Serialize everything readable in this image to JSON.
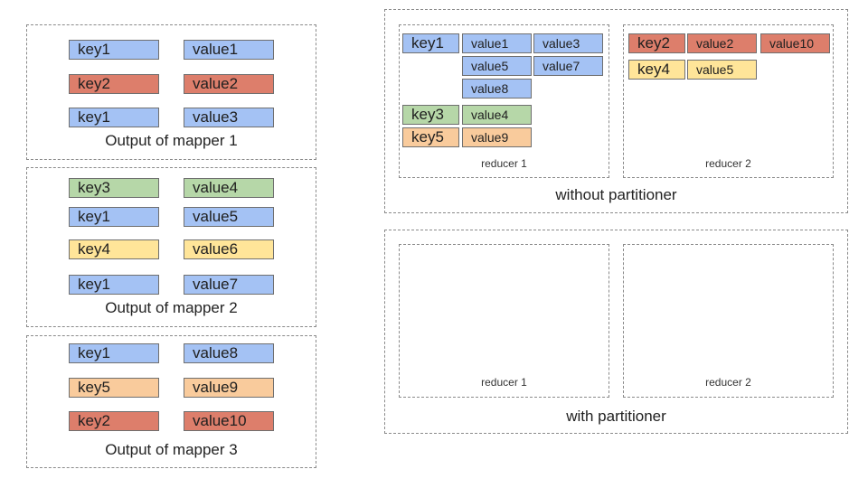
{
  "mappers": [
    {
      "caption": "Output of mapper 1",
      "pairs": [
        {
          "key": "key1",
          "value": "value1",
          "color": "blue"
        },
        {
          "key": "key2",
          "value": "value2",
          "color": "red"
        },
        {
          "key": "key1",
          "value": "value3",
          "color": "blue"
        }
      ]
    },
    {
      "caption": "Output of mapper 2",
      "pairs": [
        {
          "key": "key3",
          "value": "value4",
          "color": "green"
        },
        {
          "key": "key1",
          "value": "value5",
          "color": "blue"
        },
        {
          "key": "key4",
          "value": "value6",
          "color": "yellow"
        },
        {
          "key": "key1",
          "value": "value7",
          "color": "blue"
        }
      ]
    },
    {
      "caption": "Output of mapper 3",
      "pairs": [
        {
          "key": "key1",
          "value": "value8",
          "color": "blue"
        },
        {
          "key": "key5",
          "value": "value9",
          "color": "orange"
        },
        {
          "key": "key2",
          "value": "value10",
          "color": "red"
        }
      ]
    }
  ],
  "without_partitioner": {
    "caption": "without partitioner",
    "reducer1": {
      "label": "reducer 1",
      "groups": [
        {
          "key": "key1",
          "values": [
            "value1",
            "value3",
            "value5",
            "value7",
            "value8"
          ],
          "color": "blue"
        },
        {
          "key": "key3",
          "values": [
            "value4"
          ],
          "color": "green"
        },
        {
          "key": "key5",
          "values": [
            "value9"
          ],
          "color": "orange"
        }
      ]
    },
    "reducer2": {
      "label": "reducer 2",
      "groups": [
        {
          "key": "key2",
          "values": [
            "value2",
            "value10"
          ],
          "color": "red"
        },
        {
          "key": "key4",
          "values": [
            "value5"
          ],
          "color": "yellow"
        }
      ]
    }
  },
  "with_partitioner": {
    "caption": "with partitioner",
    "reducer1": {
      "label": "reducer 1"
    },
    "reducer2": {
      "label": "reducer 2"
    }
  },
  "colors": {
    "blue": "#a4c2f4",
    "red": "#dd7e6b",
    "green": "#b6d7a8",
    "yellow": "#ffe599",
    "orange": "#f9cb9c"
  }
}
